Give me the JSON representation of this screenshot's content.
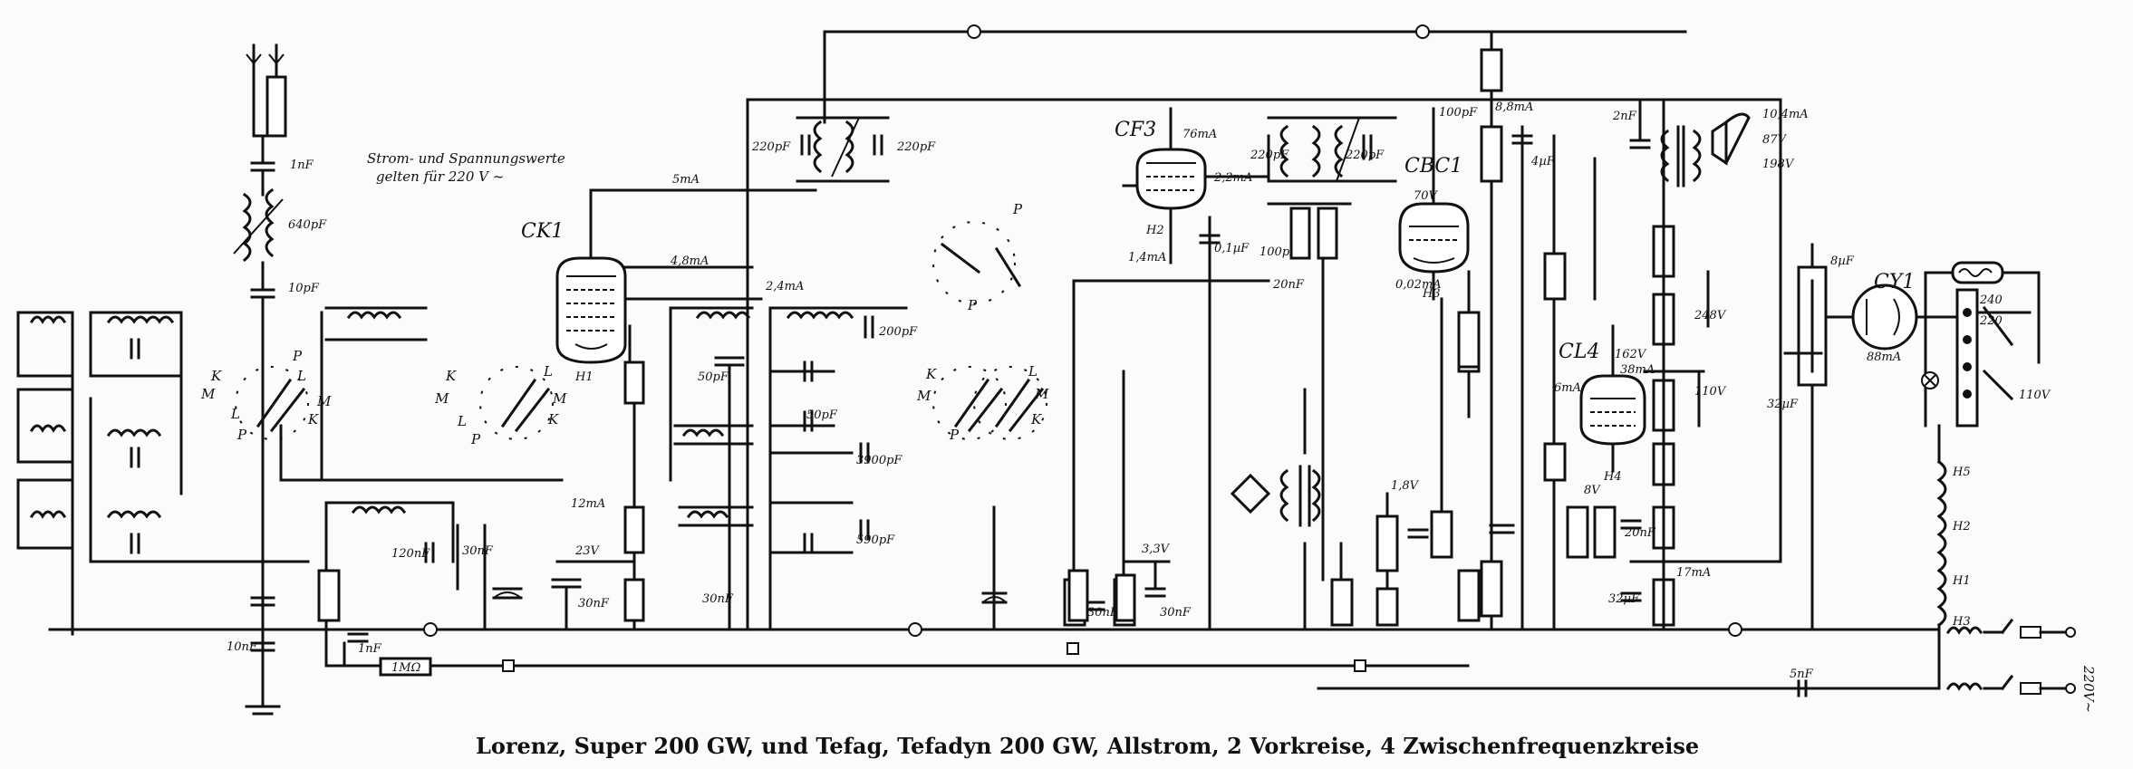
{
  "caption": "Lorenz, Super 200 GW, und Tefag, Tefadyn 200 GW, Allstrom, 2 Vorkreise, 4 Zwischenfrequenzkreise",
  "note_line1": "Strom- und Spannungswerte",
  "note_line2": "gelten für 220 V ~",
  "tubes": {
    "ck1": "CK1",
    "cf3": "CF3",
    "cbc1": "CBC1",
    "cl4": "CL4",
    "cy1": "CY1"
  },
  "labels": {
    "cap_1nf": "1nF",
    "cap_640pf": "640pF",
    "cap_10pf": "10pF",
    "cap_10nf": "10nF",
    "cur_5ma": "5mA",
    "cur_48ma": "4,8mA",
    "cur_24ma": "2,4mA",
    "cur_12ma": "12mA",
    "volt_23v": "23V",
    "cap_120nf": "120nF",
    "cap_30nf": "30nF",
    "cap_50pf": "50pF",
    "cap_200pf": "200pF",
    "cap_3900pf": "3900pF",
    "cap_590pf": "590pF",
    "cap_220pf_a": "220pF",
    "cap_220pf_b": "220pF",
    "cur_76ma": "76mA",
    "cur_22ma": "2,2mA",
    "cur_14ma": "1,4mA",
    "cap_01uf": "0,1µF",
    "cap_100pf": "100pF",
    "cap_100pf_b": "100pF",
    "volt_70v": "70V",
    "cur_002ma": "0,02mA",
    "cur_88ma": "8,8mA",
    "cap_4uf": "4µF",
    "cap_2nf": "2nF",
    "cur_104ma": "10,4mA",
    "volt_87v": "87V",
    "volt_198v": "198V",
    "volt_162v": "162V",
    "cur_38ma": "38mA",
    "cur_6ma": "6mA",
    "volt_248v": "248V",
    "volt_110v": "110V",
    "volt_110v_b": "110V",
    "cur_88ma_b": "88mA",
    "cap_32uf": "32µF",
    "cap_8uf": "8µF",
    "volt_18v": "1,8V",
    "volt_8v": "8V",
    "volt_33v": "3,3V",
    "cur_17ma": "17mA",
    "cap_5nf": "5nF",
    "cap_32pf": "32µF",
    "res_1mohm": "1MΩ",
    "cap_20nf": "20nF",
    "volt_240": "240",
    "volt_220": "220",
    "heater_h1": "H1",
    "heater_h2": "H2",
    "heater_h3": "H3",
    "heater_h4": "H4",
    "heater_h5": "H5",
    "mains": "220V~"
  },
  "switch_letters": {
    "k": "K",
    "m": "M",
    "l": "L",
    "p": "P"
  }
}
